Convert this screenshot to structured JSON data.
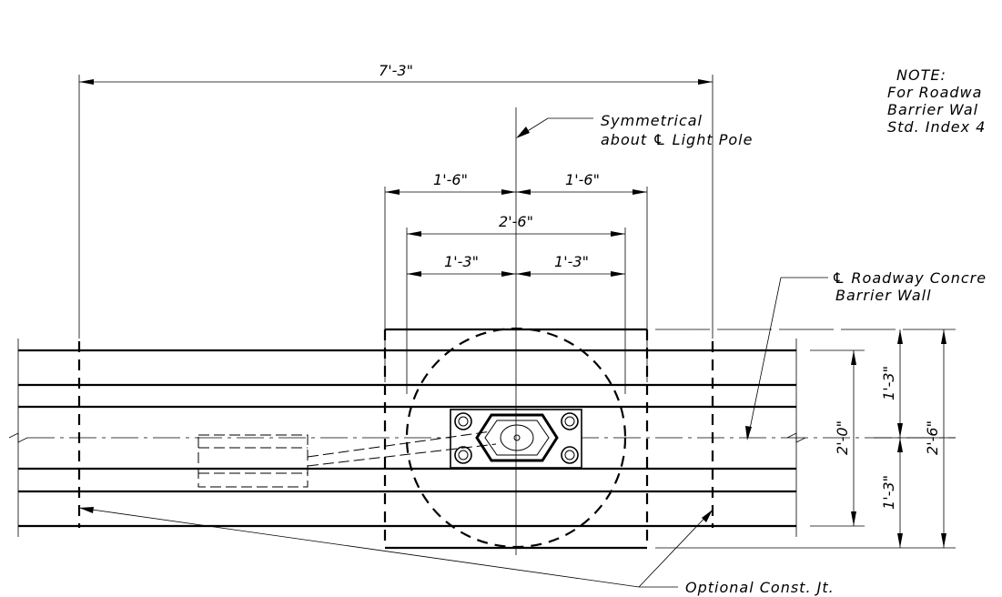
{
  "dimensions": {
    "overall": "7'-3\"",
    "left_half_outer": "1'-6\"",
    "right_half_outer": "1'-6\"",
    "middle": "2'-6\"",
    "left_half_inner": "1'-3\"",
    "right_half_inner": "1'-3\"",
    "vertical_upper": "1'-3\"",
    "vertical_lower": "1'-3\"",
    "vertical_inner": "2'-0\"",
    "vertical_outer": "2'-6\""
  },
  "labels": {
    "symmetrical_line1": "Symmetrical",
    "symmetrical_line2": "about ℄ Light Pole",
    "roadway_line1": "℄ Roadway Concre",
    "roadway_line2": "Barrier Wall",
    "optional_joint": "Optional Const. Jt."
  },
  "note": {
    "heading": "NOTE:",
    "line1": "For Roadwa",
    "line2": "Barrier Wal",
    "line3": "Std. Index 4"
  }
}
